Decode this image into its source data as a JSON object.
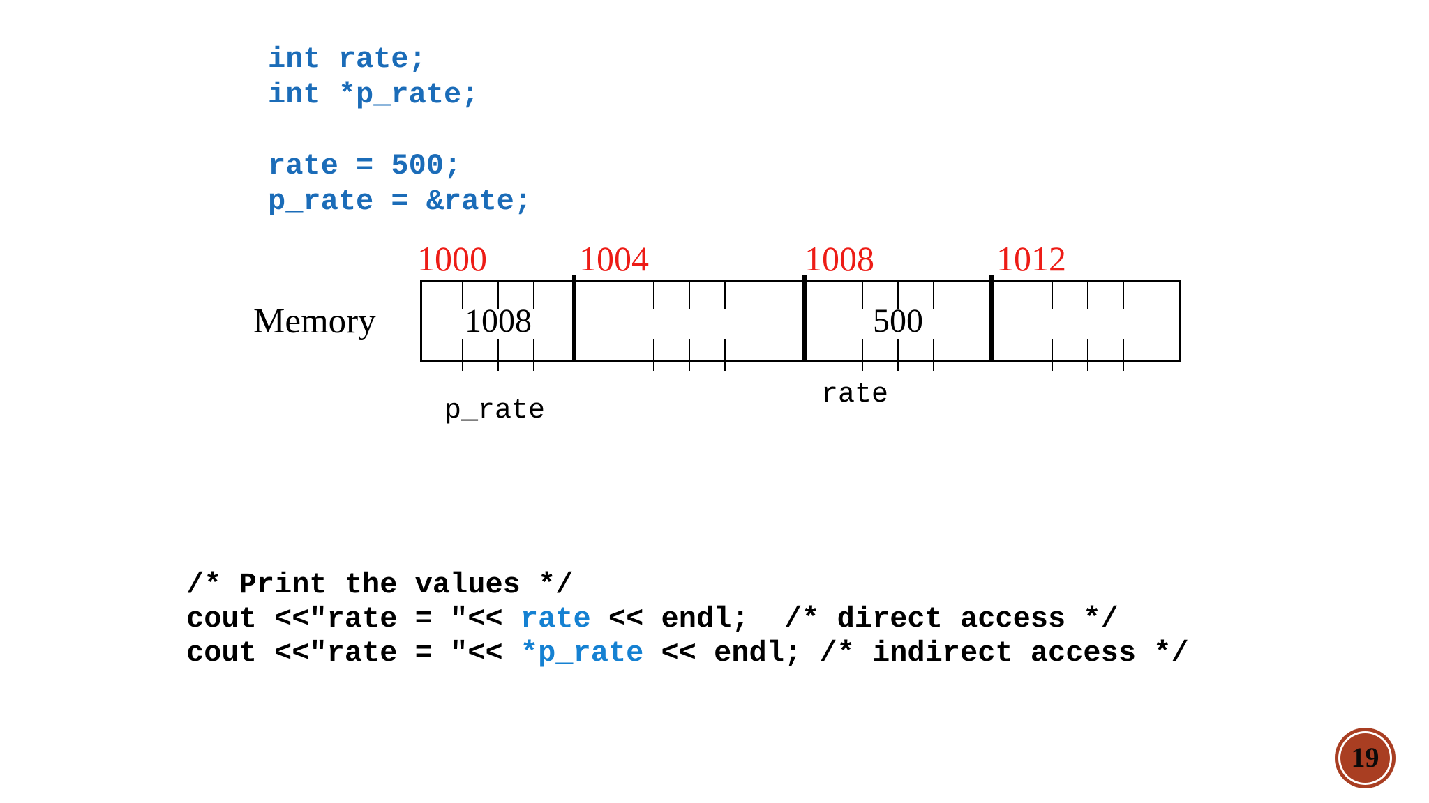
{
  "colors": {
    "background": "#ffffff",
    "ink": "#000000",
    "code-blue": "#1b6cb8",
    "highlight-blue": "#1581d2",
    "address-red": "#ed1c16",
    "badge-rust": "#a93e22"
  },
  "top_code": {
    "lines": [
      "int rate;",
      "int *p_rate;",
      "",
      "rate = 500;",
      "p_rate = &rate;"
    ]
  },
  "diagram": {
    "memory_label": "Memory",
    "addresses": [
      "1000",
      "1004",
      "1008",
      "1012"
    ],
    "word_values": [
      "1008",
      "",
      "500",
      ""
    ],
    "var_labels": {
      "p_rate": "p_rate",
      "rate": "rate"
    }
  },
  "bottom_code": {
    "line1": "/* Print the values */",
    "line2": {
      "pre": "cout <<\"rate = \"<< ",
      "highlight": "rate",
      "post": " << endl;  /* direct access */"
    },
    "line3": {
      "pre": "cout <<\"rate = \"<< ",
      "highlight": "*p_rate",
      "post": " << endl; /* indirect access */"
    }
  },
  "page_badge": {
    "number": "19"
  }
}
